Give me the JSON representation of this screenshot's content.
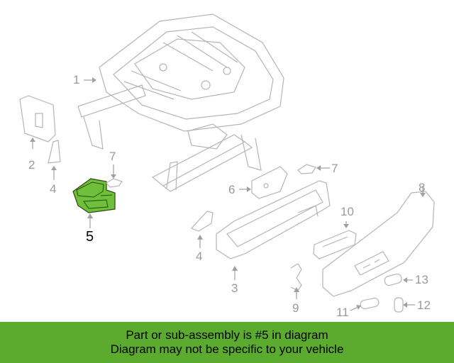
{
  "diagram": {
    "callouts": [
      {
        "id": "1",
        "label": "1"
      },
      {
        "id": "2",
        "label": "2"
      },
      {
        "id": "3",
        "label": "3"
      },
      {
        "id": "4a",
        "label": "4"
      },
      {
        "id": "4b",
        "label": "4"
      },
      {
        "id": "5",
        "label": "5"
      },
      {
        "id": "6",
        "label": "6"
      },
      {
        "id": "7a",
        "label": "7"
      },
      {
        "id": "7b",
        "label": "7"
      },
      {
        "id": "8",
        "label": "8"
      },
      {
        "id": "9",
        "label": "9"
      },
      {
        "id": "10",
        "label": "10"
      },
      {
        "id": "11",
        "label": "11"
      },
      {
        "id": "12",
        "label": "12"
      },
      {
        "id": "13",
        "label": "13"
      }
    ],
    "highlight_color": "#6fbf3a",
    "line_color": "#b5b5b5"
  },
  "banner": {
    "line1": "Part or sub-assembly is #5 in diagram",
    "line2": "Diagram may not be specific to your vehicle",
    "color": "#5bab2e"
  }
}
